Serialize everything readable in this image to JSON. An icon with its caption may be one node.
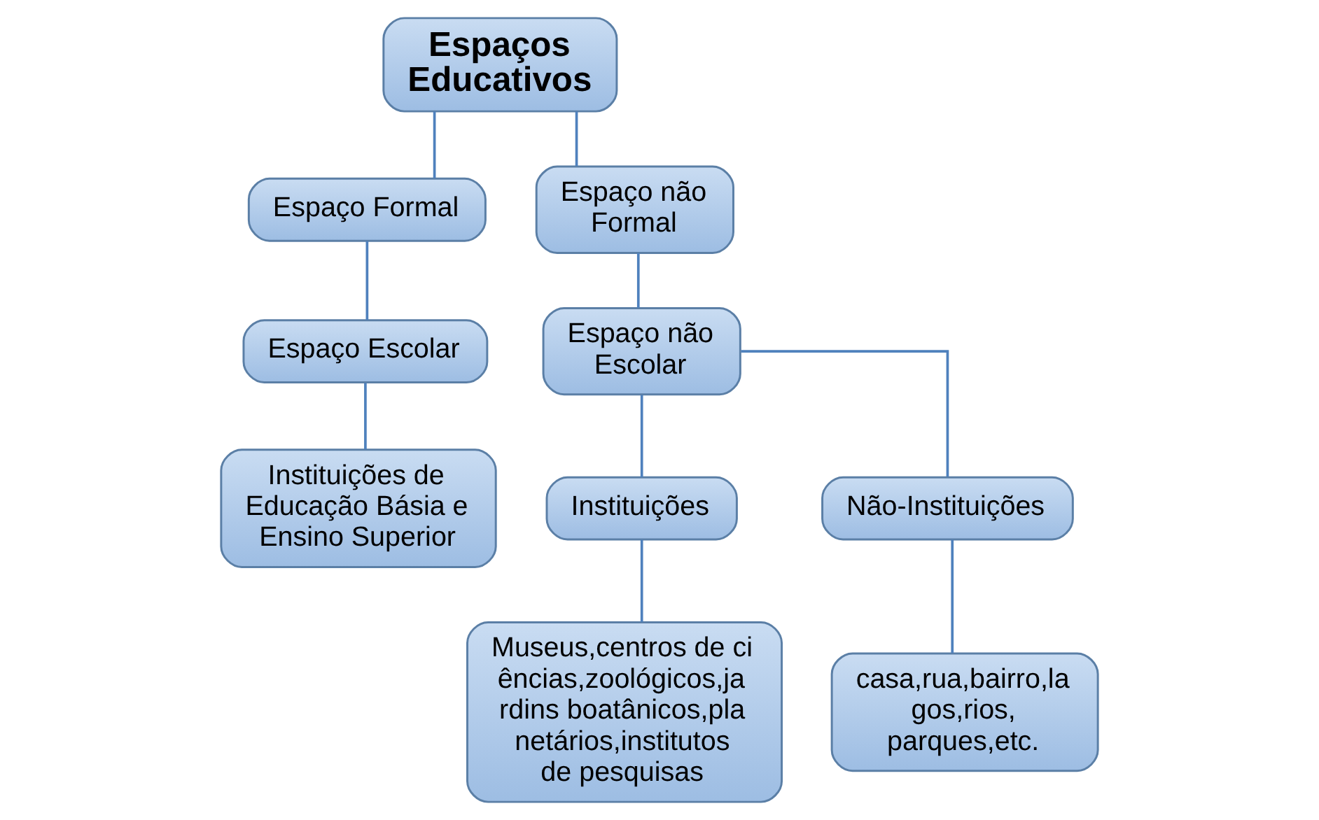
{
  "diagram": {
    "nodes": [
      {
        "text": [
          "Espaços Educativos"
        ]
      },
      {
        "text": [
          "Espaço Formal"
        ]
      },
      {
        "text": [
          "Espaço não Formal"
        ]
      },
      {
        "text": [
          "Espaço Escolar"
        ]
      },
      {
        "text": [
          "Instituições de Educação Básia e Ensino Superior"
        ]
      },
      {
        "text": [
          "Espaço não Escolar"
        ]
      },
      {
        "text": [
          "Instituições"
        ]
      },
      {
        "text": [
          "Não-Instituições"
        ]
      },
      {
        "text": [
          "Museus,centros de ciências,zoológicos,jardins boatânicos,planetários,institutos de pesquisas"
        ]
      },
      {
        "text": [
          "casa,rua,bairro,lagos,rios, parques,etc."
        ]
      }
    ],
    "edges": [
      {
        "from": 0,
        "to": 1,
        "arrow": "none"
      },
      {
        "from": 0,
        "to": 2,
        "arrow": "none"
      },
      {
        "from": 1,
        "to": 3,
        "arrow": "none"
      },
      {
        "from": 3,
        "to": 4,
        "arrow": "none"
      },
      {
        "from": 2,
        "to": 5,
        "arrow": "none"
      },
      {
        "from": 5,
        "to": 6,
        "arrow": "none"
      },
      {
        "from": 5,
        "to": 7,
        "arrow": "none"
      },
      {
        "from": 6,
        "to": 8,
        "arrow": "none"
      },
      {
        "from": 7,
        "to": 9,
        "arrow": "none"
      }
    ]
  }
}
